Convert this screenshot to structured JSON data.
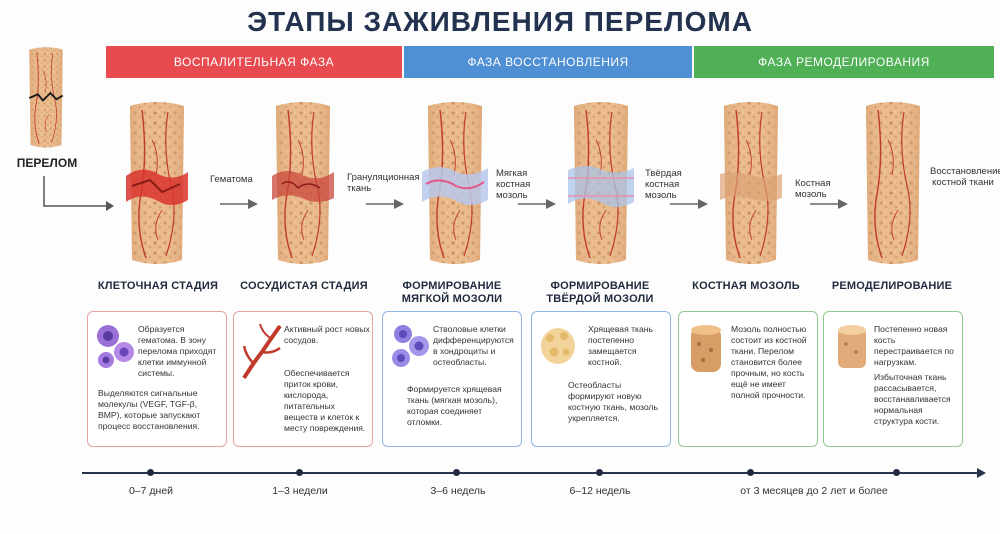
{
  "title": "ЭТАПЫ ЗАЖИВЛЕНИЯ ПЕРЕЛОМА",
  "phases": [
    {
      "label": "ВОСПАЛИТЕЛЬНАЯ ФАЗА",
      "color": "#e84b4f"
    },
    {
      "label": "ФАЗА ВОССТАНОВЛЕНИЯ",
      "color": "#4f8fd4"
    },
    {
      "label": "ФАЗА РЕМОДЕЛИРОВАНИЯ",
      "color": "#4fb055"
    }
  ],
  "fracture_label": "ПЕРЕЛОМ",
  "bone_labels": [
    "Гематома",
    "Грануляционная ткань",
    "Мягкая костная мозоль",
    "Твёрдая костная мозоль",
    "Костная мозоль",
    "Восстановление костной ткани"
  ],
  "stages": [
    "КЛЕТОЧНАЯ СТАДИЯ",
    "СОСУДИСТАЯ СТАДИЯ",
    "ФОРМИРОВАНИЕ МЯГКОЙ МОЗОЛИ",
    "ФОРМИРОВАНИЕ ТВЁРДОЙ МОЗОЛИ",
    "КОСТНАЯ МОЗОЛЬ",
    "РЕМОДЕЛИРОВАНИЕ"
  ],
  "cards": [
    {
      "top": "Образуется гематома. В зону перелома приходят клетки иммунной системы.",
      "bottom": "Выделяются сигнальные молекулы (VEGF, TGF-β, BMP), которые запускают процесс восстановления."
    },
    {
      "top": "Активный рост новых сосудов.",
      "bottom": "Обеспечивается приток крови, кислорода, питательных веществ и клеток к месту повреждения."
    },
    {
      "top": "Стволовые клетки дифференцируются в хондроциты и остеобласты.",
      "bottom": "Формируется хрящевая ткань (мягкая мозоль), которая соединяет отломки."
    },
    {
      "top": "Хрящевая ткань постепенно замещается костной.",
      "bottom": "Остеобласты формируют новую костную ткань, мозоль укрепляется."
    },
    {
      "top": "Мозоль полностью состоит из костной ткани. Перелом становится более прочным, но кость ещё не имеет полной прочности.",
      "bottom": ""
    },
    {
      "top": "Постепенно новая кость перестраивается по нагрузкам.",
      "bottom": "Избыточная ткань рассасывается, восстанавливается нормальная структура кости."
    }
  ],
  "timeline": [
    "0–7 дней",
    "1–3 недели",
    "3–6 недель",
    "6–12 недель",
    "от 3 месяцев до 2 лет и более"
  ]
}
